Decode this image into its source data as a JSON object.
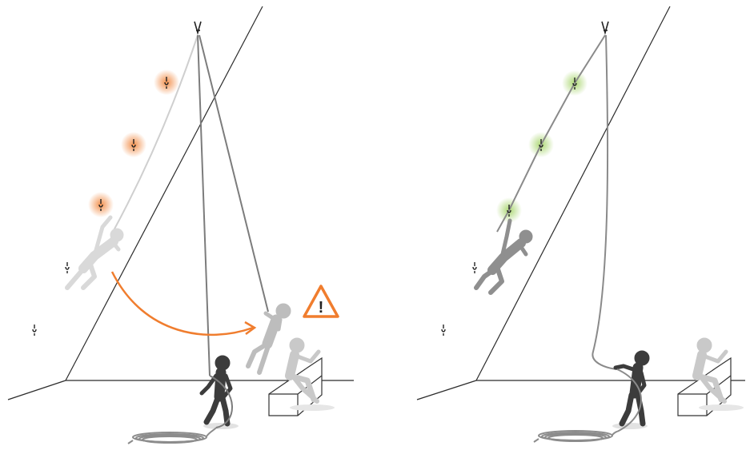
{
  "panels": [
    {
      "id": "incorrect",
      "status_icon": "warning-triangle-icon",
      "highlight_color": "#f07d2e",
      "rope_color": "#cfcfcf"
    },
    {
      "id": "correct",
      "status_icon": "none",
      "highlight_color": "#9ccf5a",
      "rope_color": "#8a8a8a"
    }
  ],
  "warning_symbol": "!",
  "colors": {
    "warning": "#f07d2e",
    "ok": "#9ccf5a",
    "belayer": "#3c3c3c",
    "climber": "#bdbdbd",
    "wall_line": "#2b2b2b"
  }
}
